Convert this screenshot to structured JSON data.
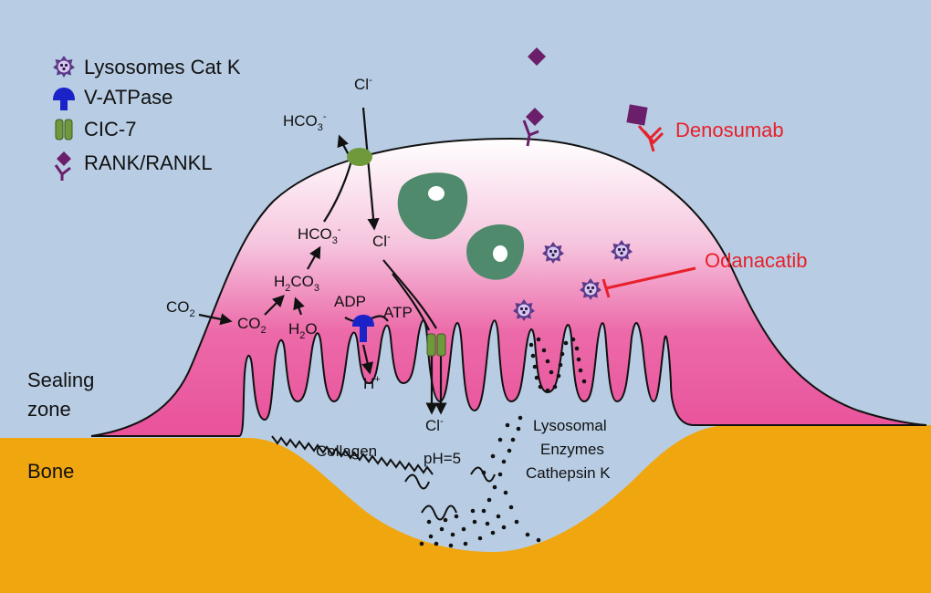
{
  "legend": {
    "lysosomes": "Lysosomes Cat K",
    "vatpase": "V-ATPase",
    "clc7": "CIC-7",
    "rank": "RANK/RANKL"
  },
  "drugs": {
    "denosumab": "Denosumab",
    "odanacatib": "Odanacatib"
  },
  "regions": {
    "sealing_zone_1": "Sealing",
    "sealing_zone_2": "zone",
    "bone": "Bone"
  },
  "labels": {
    "cl_top_base": "Cl",
    "cl_top_sup": "-",
    "cl_mid_base": "Cl",
    "cl_mid_sup": "-",
    "cl_out_base": "Cl",
    "cl_out_sup": "-",
    "hco3_out_base": "HCO",
    "hco3_out_sub": "3",
    "hco3_out_sup": "-",
    "hco3_in_base": "HCO",
    "hco3_in_sub": "3",
    "hco3_in_sup": "-",
    "h2co3_a": "H",
    "h2co3_sub": "2",
    "h2co3_b": "CO",
    "h2co3_sub2": "3",
    "co2_out_base": "CO",
    "co2_out_sub": "2",
    "co2_in_base": "CO",
    "co2_in_sub": "2",
    "h2o_a": "H",
    "h2o_sub": "2",
    "h2o_b": "O",
    "adp": "ADP",
    "atp": "ATP",
    "hplus_base": "H",
    "hplus_sup": "+",
    "collagen": "Collagen",
    "ph": "pH=5",
    "enzymes_1": "Lysosomal",
    "enzymes_2": "Enzymes",
    "enzymes_3": "Cathepsin K"
  },
  "colors": {
    "background": "#b8cde4",
    "bone": "#f0a60f",
    "cell_top": "#ffffff",
    "cell_bottom": "#e9529b",
    "nucleus": "#4e8a6b",
    "clc7": "#6f9a3c",
    "vatpase": "#1a22c8",
    "rank": "#6b1f6b",
    "lysosome": "#5a3a8a",
    "drug_red": "#e8202a"
  }
}
